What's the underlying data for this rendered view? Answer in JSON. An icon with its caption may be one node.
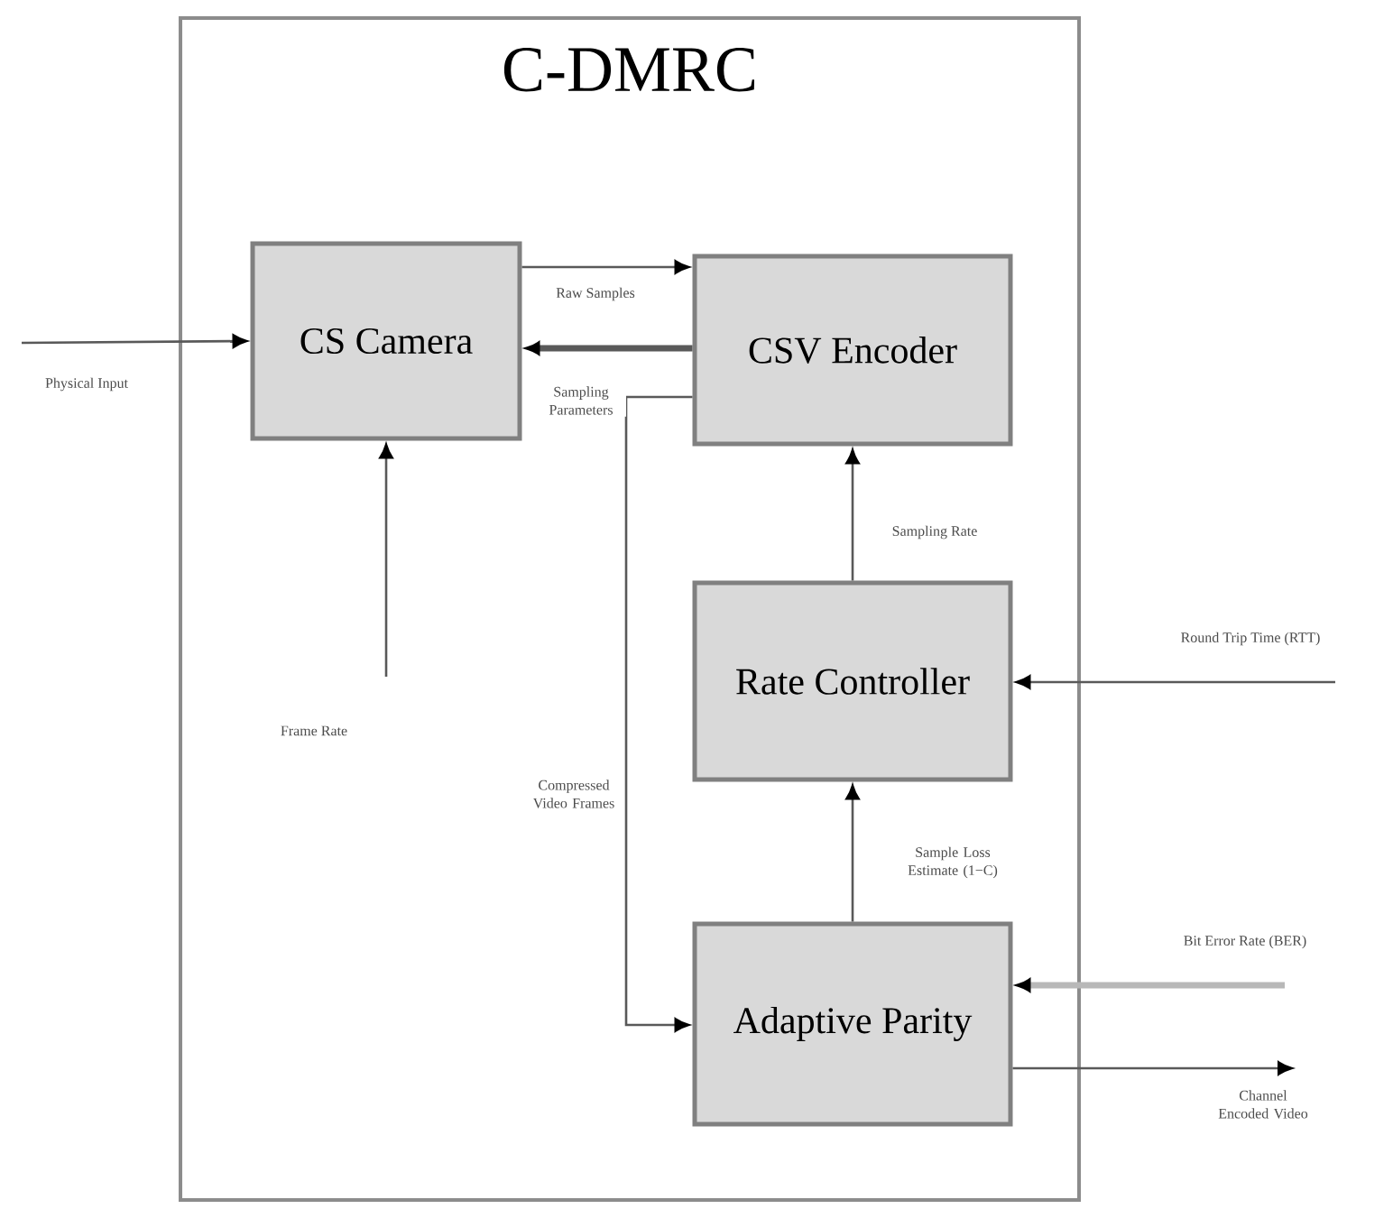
{
  "diagram": {
    "nodes": [
      {
        "text": [
          "C-DMRC"
        ]
      },
      {
        "text": [
          "CS Camera"
        ],
        "in": 0
      },
      {
        "text": [
          "CSV Encoder"
        ],
        "in": 0
      },
      {
        "text": [
          "Rate Controller"
        ],
        "in": 0
      },
      {
        "text": [
          "Adaptive Parity"
        ],
        "in": 0
      }
    ],
    "edges": [
      {
        "from": null,
        "to": 1,
        "arrow": "to",
        "label": "Physical Input"
      },
      {
        "from": 1,
        "to": 2,
        "arrow": "to",
        "label": "Raw Samples"
      },
      {
        "from": 2,
        "to": 1,
        "arrow": "to",
        "label": "Sampling Parameters",
        "style": "thick"
      },
      {
        "from": null,
        "to": 1,
        "arrow": "to",
        "label": "Frame Rate"
      },
      {
        "from": 3,
        "to": 2,
        "arrow": "to",
        "label": "Sampling Rate"
      },
      {
        "from": null,
        "to": 3,
        "arrow": "to",
        "label": "Round Trip Time (RTT)"
      },
      {
        "from": 4,
        "to": 3,
        "arrow": "to",
        "label": "Sample Loss Estimate (1−C)"
      },
      {
        "from": null,
        "to": 4,
        "arrow": "to",
        "label": "Bit Error Rate (BER)",
        "style": "thick",
        "color": "#b8b8b8"
      },
      {
        "from": 4,
        "to": null,
        "arrow": "to",
        "label": "Channel Encoded Video"
      },
      {
        "from": 2,
        "to": 4,
        "arrow": "to",
        "label": "Compressed Video Frames"
      }
    ]
  }
}
